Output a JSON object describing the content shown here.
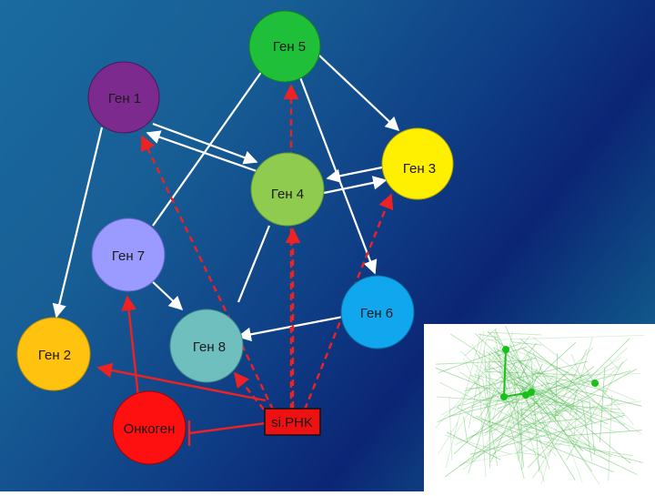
{
  "diagram": {
    "nodes": {
      "gene5": {
        "label": "Ген 5",
        "color": "#1fbf3a"
      },
      "gene1": {
        "label": "Ген 1",
        "color": "#7d2a8f"
      },
      "gene3": {
        "label": "Ген 3",
        "color": "#ffef00"
      },
      "gene4": {
        "label": "Ген 4",
        "color": "#8fcb4e"
      },
      "gene7": {
        "label": "Ген 7",
        "color": "#9b9bff"
      },
      "gene6": {
        "label": "Ген 6",
        "color": "#11a7ef"
      },
      "gene8": {
        "label": "Ген 8",
        "color": "#6fbfbf"
      },
      "gene2": {
        "label": "Ген 2",
        "color": "#ffc20e"
      },
      "oncogene": {
        "label": "Онкоген",
        "color": "#ff1010"
      },
      "sirna": {
        "label": "si.PHK",
        "color": "#ee1111"
      }
    },
    "edge_colors": {
      "activation": "#ffffff",
      "sirna": "#ee2222",
      "oncogene": "#ee2222"
    }
  },
  "inset": {
    "description_color": "#5cbf5c",
    "highlight_color": "#16c216"
  }
}
